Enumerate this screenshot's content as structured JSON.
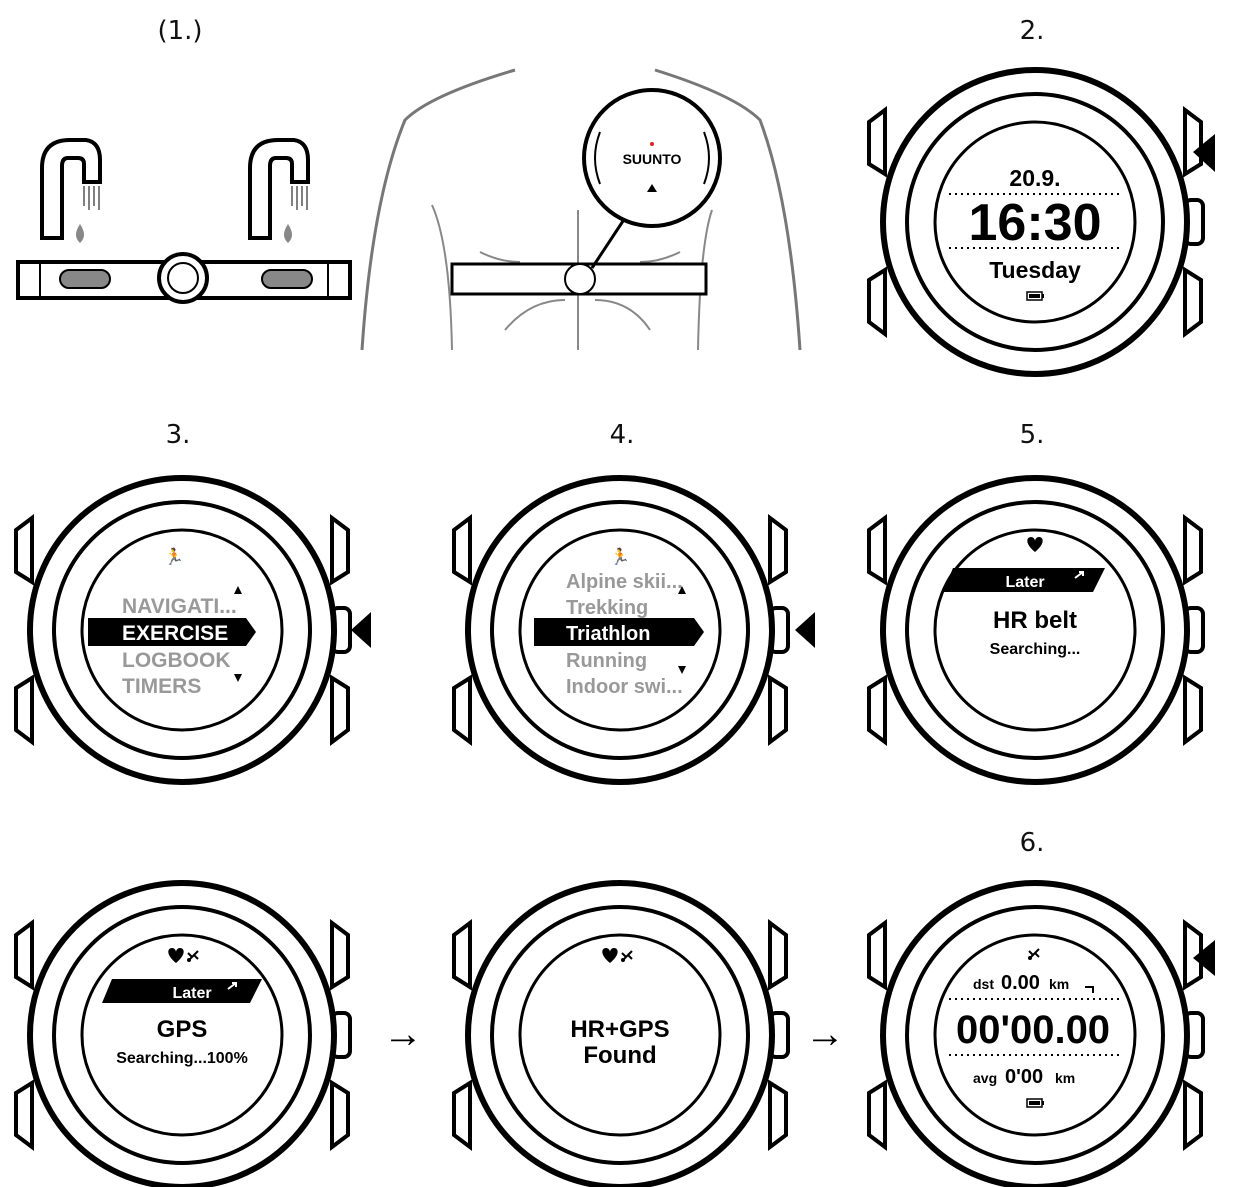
{
  "step_labels": {
    "s1": "(1.)",
    "s2": "2.",
    "s3": "3.",
    "s4": "4.",
    "s5": "5.",
    "s6": "6."
  },
  "belt_brand": "SUUNTO",
  "watch_time": {
    "date": "20.9.",
    "time": "16:30",
    "day": "Tuesday"
  },
  "watch_menu": {
    "items": [
      "NAVIGATI...",
      "EXERCISE",
      "LOGBOOK",
      "TIMERS"
    ],
    "selected": "EXERCISE"
  },
  "watch_sports": {
    "items": [
      "Alpine skii...",
      "Trekking",
      "Triathlon",
      "Running",
      "Indoor swi..."
    ],
    "selected": "Triathlon"
  },
  "watch_hr": {
    "later": "Later",
    "title": "HR belt",
    "status": "Searching..."
  },
  "watch_gps": {
    "later": "Later",
    "title": "GPS",
    "status": "Searching...100%"
  },
  "watch_found": {
    "line1": "HR+GPS",
    "line2": "Found"
  },
  "watch_exercise": {
    "dst_label": "dst",
    "dst_value": "0.00",
    "dst_unit": "km",
    "timer": "00'00.00",
    "avg_label": "avg",
    "avg_value": "0'00",
    "avg_unit": "km"
  },
  "arrows": [
    "→",
    "→"
  ]
}
